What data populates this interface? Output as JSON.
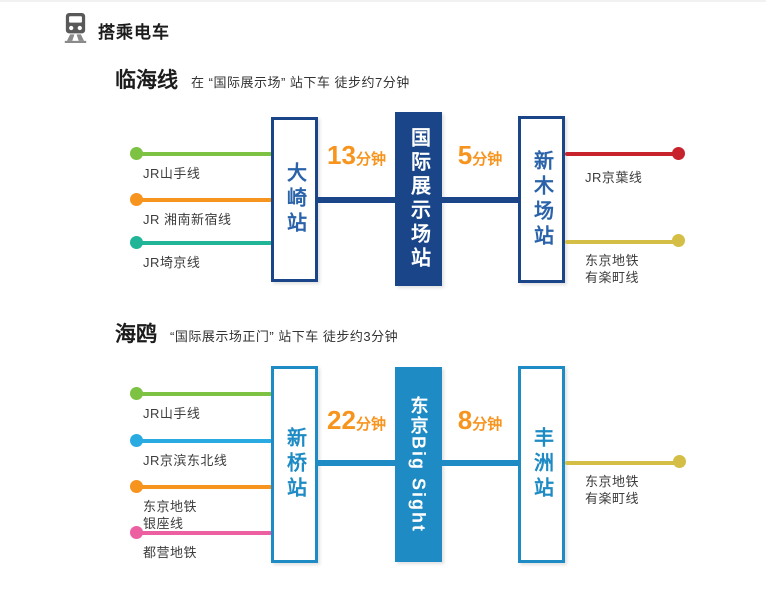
{
  "header": {
    "title": "搭乘电车"
  },
  "colors": {
    "navy": "#1A4689",
    "bright_blue": "#1E8BC4",
    "time_orange": "#F7941E",
    "label_gray": "#3C3C3C"
  },
  "sections": [
    {
      "title": "临海线",
      "subtitle": "在 “国际展示场” 站下车 徒步约7分钟",
      "accent": "#1A4689",
      "station_text_color": "#2A63A9",
      "time_color": "#F7941E",
      "left_lines": [
        {
          "name": "JR山手线",
          "color": "#7DC242"
        },
        {
          "name": "JR 湘南新宿线",
          "color": "#F7941E"
        },
        {
          "name": "JR埼京线",
          "color": "#21B597"
        }
      ],
      "stations": {
        "from": "大崎站",
        "hub": "国际展示场站",
        "to": "新木场站"
      },
      "times": [
        {
          "value": "13",
          "unit": "分钟"
        },
        {
          "value": "5",
          "unit": "分钟"
        }
      ],
      "right_lines": [
        {
          "name": "JR京葉线",
          "color": "#C8232C"
        },
        {
          "name": "东京地铁",
          "name2": "有楽町线",
          "color": "#D5BE45"
        }
      ]
    },
    {
      "title": "海鸥",
      "subtitle": "“国际展示场正门” 站下车 徒步约3分钟",
      "accent": "#1E8BC4",
      "station_text_color": "#1E8BC4",
      "time_color": "#F7941E",
      "left_lines": [
        {
          "name": "JR山手线",
          "color": "#7DC242"
        },
        {
          "name": "JR京滨东北线",
          "color": "#29ABE2"
        },
        {
          "name": "东京地铁",
          "name2": "银座线",
          "color": "#F7941E"
        },
        {
          "name": "都营地铁",
          "color": "#EC5FA1"
        }
      ],
      "stations": {
        "from": "新桥站",
        "hub": "东京Big Sight",
        "to": "丰洲站"
      },
      "times": [
        {
          "value": "22",
          "unit": "分钟"
        },
        {
          "value": "8",
          "unit": "分钟"
        }
      ],
      "right_lines": [
        {
          "name": "东京地铁",
          "name2": "有楽町线",
          "color": "#D5BE45"
        }
      ]
    }
  ]
}
